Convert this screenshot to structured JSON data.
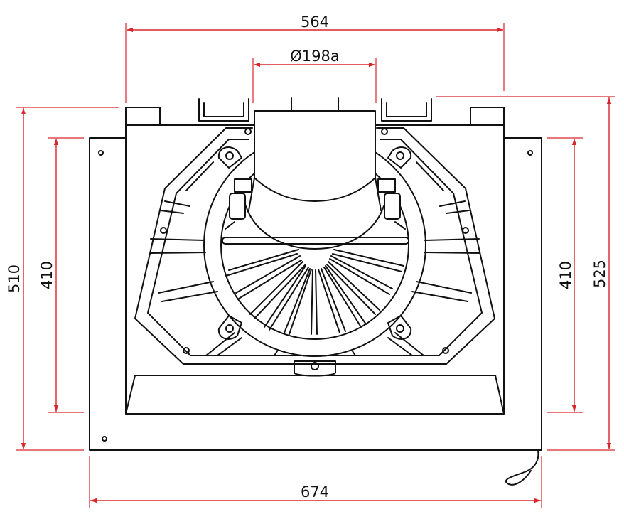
{
  "drawing": {
    "colors": {
      "object": "#111111",
      "dimension": "#d9262c",
      "background": "#ffffff"
    },
    "dimensions": {
      "top_width": "564",
      "diameter": "Ø198a",
      "left_outer_height": "510",
      "left_inner_height": "410",
      "right_inner_height": "410",
      "right_outer_height": "525",
      "bottom_width": "674"
    }
  }
}
